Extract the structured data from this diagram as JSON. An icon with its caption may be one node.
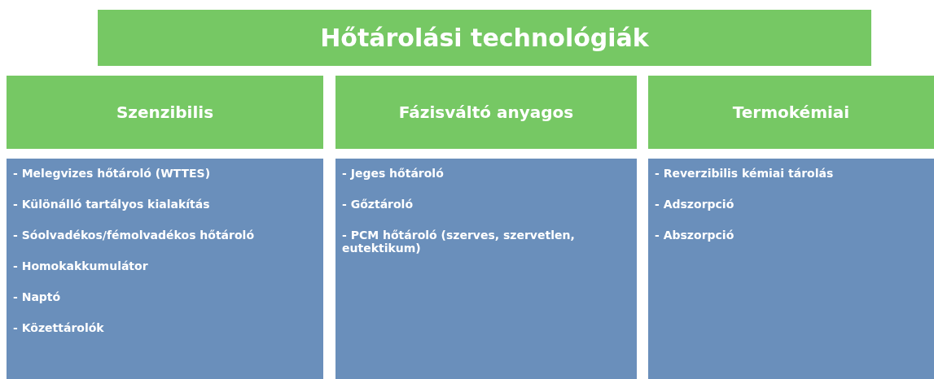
{
  "diagram": {
    "nodes": [
      {
        "text": [
          "Hőtárolási technológiák"
        ]
      },
      {
        "text": [
          "Szenzibilis"
        ]
      },
      {
        "text": [
          "Fázisváltó anyagos"
        ]
      },
      {
        "text": [
          "Termokémiai"
        ]
      },
      {
        "text": [
          "- Melegvizes hőtároló (WTTES)",
          "- Különálló tartályos kialakítás",
          "- Sóolvadékos/fémolvadékos hőtároló",
          "- Homokakkumulátor",
          "- Naptó",
          "- Közettárolók"
        ]
      },
      {
        "text": [
          "- Jeges hőtároló",
          "- Gőztároló",
          "- PCM hőtároló (szerves, szervetlen, eutektikum)"
        ]
      },
      {
        "text": [
          "- Reverzibilis kémiai tárolás",
          "- Adszorpció",
          "- Abszorpció"
        ]
      }
    ]
  }
}
